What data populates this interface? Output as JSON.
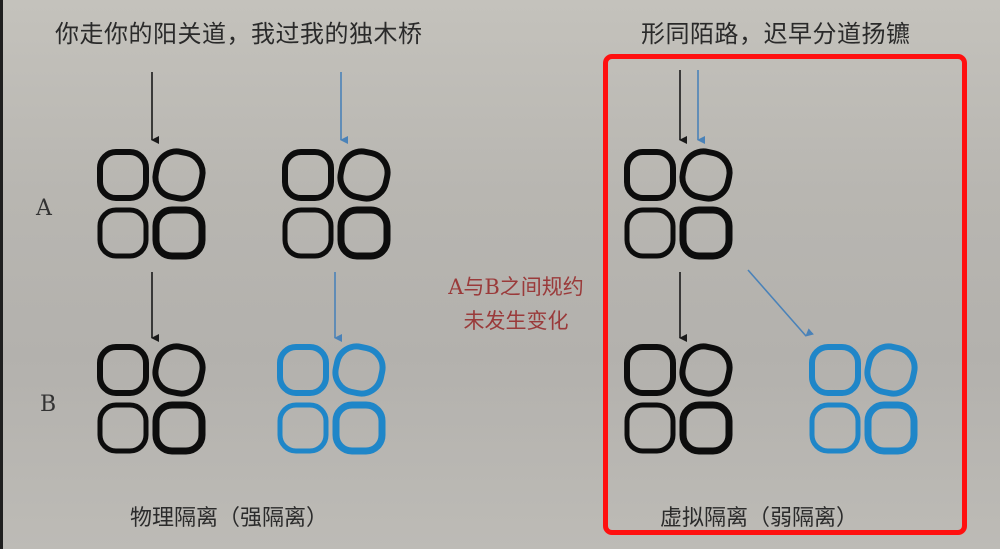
{
  "titles": {
    "left": "你走你的阳关道，我过我的独木桥",
    "right": "形同陌路，迟早分道扬镳"
  },
  "row_labels": {
    "a": "A",
    "b": "B"
  },
  "center_note": {
    "line1": "A与B之间规约",
    "line2": "未发生变化"
  },
  "captions": {
    "physical": "物理隔离（强隔离）",
    "virtual": "虚拟隔离（弱隔离）"
  },
  "colors": {
    "black_node": "#0d0d0d",
    "blue_node": "#1f86c8",
    "blue_arrow": "#4a82b8",
    "highlight": "#ff1010",
    "note_text": "#9a3a3a"
  },
  "diagram": {
    "groups": [
      {
        "id": "physical-A-left",
        "color": "black",
        "row": "A"
      },
      {
        "id": "physical-A-right",
        "color": "black",
        "row": "A"
      },
      {
        "id": "physical-B-left",
        "color": "black",
        "row": "B"
      },
      {
        "id": "physical-B-right",
        "color": "blue",
        "row": "B"
      },
      {
        "id": "virtual-A",
        "color": "black",
        "row": "A"
      },
      {
        "id": "virtual-B-black",
        "color": "black",
        "row": "B"
      },
      {
        "id": "virtual-B-blue",
        "color": "blue",
        "row": "B"
      }
    ]
  }
}
